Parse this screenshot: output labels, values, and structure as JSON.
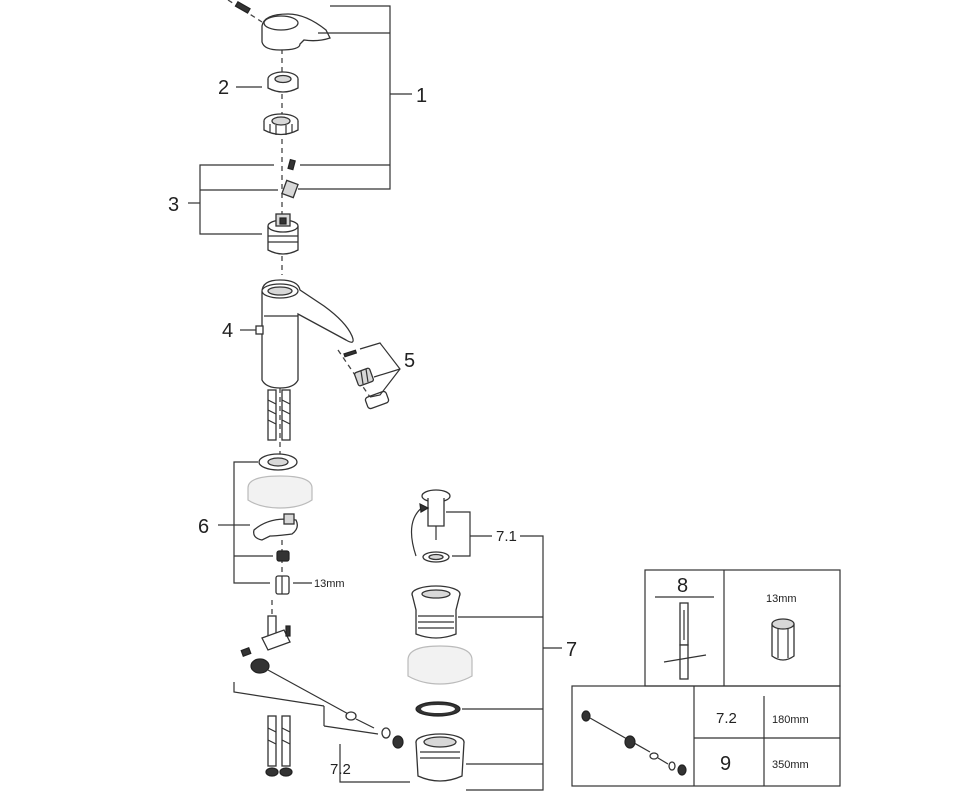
{
  "callouts": {
    "c1": "1",
    "c2": "2",
    "c3": "3",
    "c4": "4",
    "c5": "5",
    "c6": "6",
    "c7": "7",
    "c71": "7.1",
    "c72": "7.2",
    "wrench_size": "13mm"
  },
  "tool_box": {
    "part_number": "8",
    "wrench_size": "13mm"
  },
  "rod_table": {
    "row1_part": "7.2",
    "row1_length": "180mm",
    "row2_part": "9",
    "row2_length": "350mm"
  }
}
